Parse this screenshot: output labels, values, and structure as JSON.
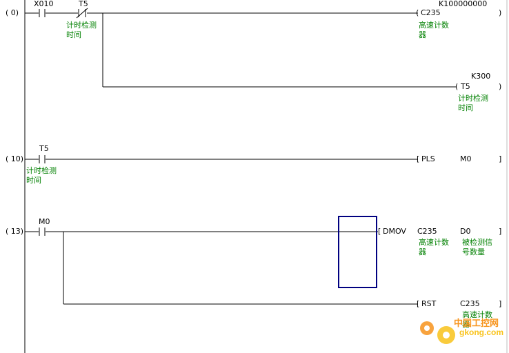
{
  "rungs": [
    {
      "step": "(    0)",
      "contacts": [
        {
          "device": "X010"
        },
        {
          "device": "T5",
          "comment_l1": "计时检测",
          "comment_l2": "时间"
        }
      ],
      "coils": [
        {
          "open": "(",
          "device": "C235",
          "constant": "K100000000",
          "close": ")",
          "comment_l1": "高速计数",
          "comment_l2": "器"
        },
        {
          "open": "(",
          "device": "T5",
          "constant": "K300",
          "close": ")",
          "comment_l1": "计时检测",
          "comment_l2": "时间"
        }
      ]
    },
    {
      "step": "(   10)",
      "contacts": [
        {
          "device": "T5",
          "comment_l1": "计时检测",
          "comment_l2": "时间"
        }
      ],
      "instruction": {
        "open": "[",
        "mnemonic": "PLS",
        "operand": "M0",
        "close": "]"
      }
    },
    {
      "step": "(   13)",
      "contacts": [
        {
          "device": "M0"
        }
      ],
      "instructions": [
        {
          "open": "[",
          "mnemonic": "DMOV",
          "source": "C235",
          "source_comment_l1": "高速计数",
          "source_comment_l2": "器",
          "dest": "D0",
          "dest_comment_l1": "被检测信",
          "dest_comment_l2": "号数量",
          "close": "]"
        },
        {
          "open": "[",
          "mnemonic": "RST",
          "operand": "C235",
          "operand_comment_l1": "高速计数",
          "operand_comment_l2": "器",
          "close": "]"
        }
      ]
    }
  ],
  "watermark": {
    "brand_cn": "中国工控网",
    "site": "gkong.com"
  },
  "colors": {
    "wire": "#000000",
    "comment": "#008000",
    "cursor": "#000080",
    "watermark_orange": "#f7941d",
    "watermark_yellow": "#f9c31b"
  }
}
